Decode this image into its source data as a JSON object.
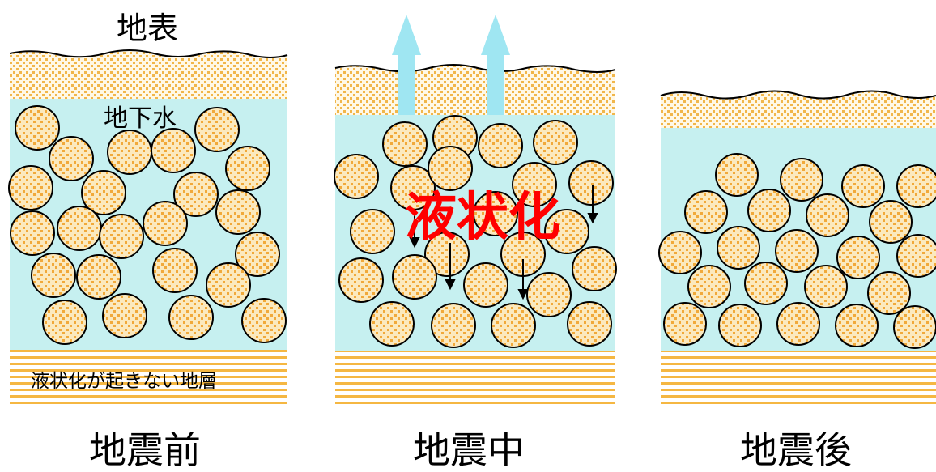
{
  "labels": {
    "surface": "地表",
    "groundwater": "地下水",
    "nonliquefiable_layer": "液状化が起きない地層",
    "liquefaction": "液状化"
  },
  "panels": [
    {
      "caption": "地震前"
    },
    {
      "caption": "地震中"
    },
    {
      "caption": "地震後"
    }
  ],
  "colors": {
    "water": "#c6f0f0",
    "sand": "#f1b64a",
    "sand_bg": "#fff6dc",
    "particle_fill": "#f6e4b2",
    "outline": "#000000",
    "upward_arrow": "#9fe6f2",
    "liquefaction_text": "#ff0000",
    "stripe": "#f5b742"
  }
}
